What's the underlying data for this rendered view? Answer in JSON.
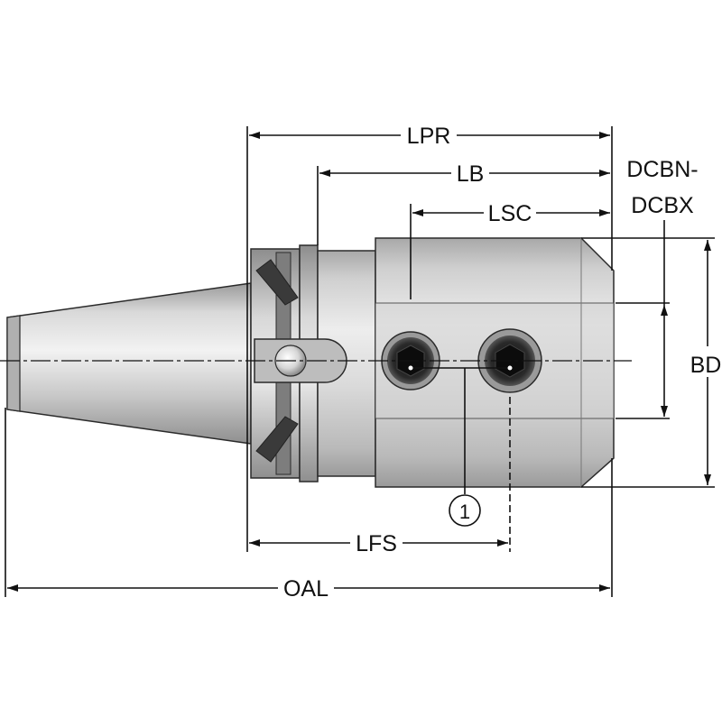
{
  "diagram": {
    "dimensions": {
      "lpr": "LPR",
      "lb": "LB",
      "lsc": "LSC",
      "dcbn": "DCBN-",
      "dcbx": "DCBX",
      "bd": "BD",
      "lfs": "LFS",
      "oal": "OAL"
    },
    "callout": "1"
  },
  "colors": {
    "dimension_line": "#111111",
    "steel_light": "#e4e4e4",
    "steel_mid": "#c2c2c2",
    "steel_dark": "#8a8a8a",
    "outline": "#2a2a2a",
    "hole_dark": "#1c1c1c"
  }
}
